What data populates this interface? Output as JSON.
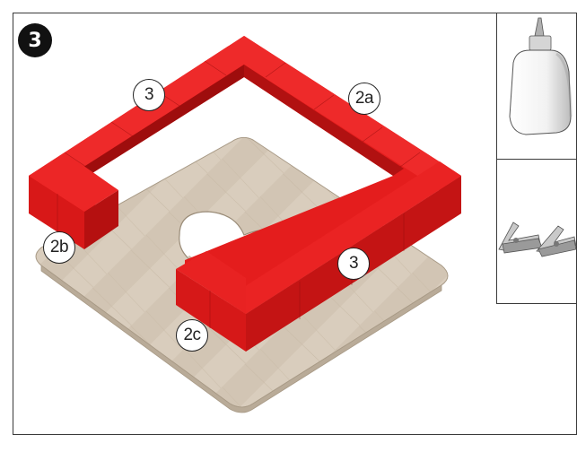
{
  "step": {
    "number": "3"
  },
  "callouts": {
    "top_left": "3",
    "top_right": "2a",
    "left": "2b",
    "right": "3",
    "bottom": "2c"
  },
  "tools": [
    {
      "name": "glue-bottle"
    },
    {
      "name": "clamps"
    }
  ],
  "colors": {
    "block_red": "#e01b1b",
    "board_wood": "#d8ccbc",
    "border": "#3a3a3a"
  }
}
